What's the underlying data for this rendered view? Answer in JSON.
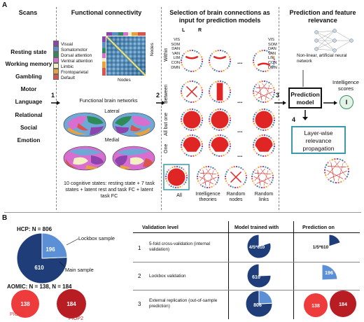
{
  "panel_a": {
    "label": "A",
    "headers": {
      "scans": "Scans",
      "fc": "Functional connectivity",
      "selection": "Selection of brain connections as input for prediction models",
      "prediction": "Prediction and feature relevance"
    },
    "scans": [
      "Resting state",
      "Working memory",
      "Gambling",
      "Motor",
      "Language",
      "Relational",
      "Social",
      "Emotion"
    ],
    "legend": [
      {
        "label": "Visual",
        "color": "#8e44ad"
      },
      {
        "label": "Somatomotor",
        "color": "#5b8fc9"
      },
      {
        "label": "Dorsal attention",
        "color": "#2e8b57"
      },
      {
        "label": "Ventral attention",
        "color": "#d86fd0"
      },
      {
        "label": "Limbic",
        "color": "#f3f1c4"
      },
      {
        "label": "Frontoparietal",
        "color": "#e8a23a"
      },
      {
        "label": "Default",
        "color": "#d9534f"
      }
    ],
    "nodes_label_right": "Nodes",
    "nodes_label_bottom": "Nodes",
    "brain_networks_title": "Functional brain networks",
    "lateral": "Lateral",
    "medial": "Medial",
    "states_note": "10 cognitive states: resting state + 7 task states + latent rest and task FC + latent task FC",
    "step1": "1",
    "step2": "2",
    "step3": "3",
    "step4": "4",
    "row_labels": [
      "Within",
      "Between",
      "All but one",
      "One"
    ],
    "L": "L",
    "R": "R",
    "network_abbr": [
      "VIS",
      "SOM",
      "DAN",
      "VAN",
      "LIM",
      "CON",
      "DMN"
    ],
    "network_abbr_right": [
      "VIS",
      "SOM",
      "DAN",
      "VAN",
      "LIM",
      "CON",
      "DMN"
    ],
    "ellipsis": "...",
    "bottom_items": [
      "All",
      "Intelligence theories",
      "Random nodes",
      "Random links"
    ],
    "ann_label": "Non-linear, artificial neural network",
    "prediction_model": "Prediction model",
    "intelligence_scores": "Intelligence scores",
    "score_symbol": "I",
    "lrp": "Layer-wise relevance propagation"
  },
  "panel_b": {
    "label": "B",
    "hcp_title": "HCP: N = 806",
    "lockbox_label": "Lockbox sample",
    "main_label": "Main sample",
    "hcp_lockbox": 196,
    "hcp_main": 610,
    "aomic_title": "AOMIC: N = 138, N = 184",
    "piop1_n": 138,
    "piop2_n": 184,
    "piop1": "PIOP1",
    "piop2": "PIOP2",
    "table_headers": [
      "Validation level",
      "Model trained with",
      "Prediction on"
    ],
    "rows": [
      {
        "num": "1",
        "text": "5-fold cross-validation (internal validation)",
        "trained": "4/5*610",
        "pred": "1/5*610"
      },
      {
        "num": "2",
        "text": "Lockbox validation",
        "trained": "610",
        "pred": "196"
      },
      {
        "num": "3",
        "text": "External replication (out-of-sample prediction)",
        "trained": "806",
        "pred1": "138",
        "pred2": "184"
      }
    ]
  }
}
